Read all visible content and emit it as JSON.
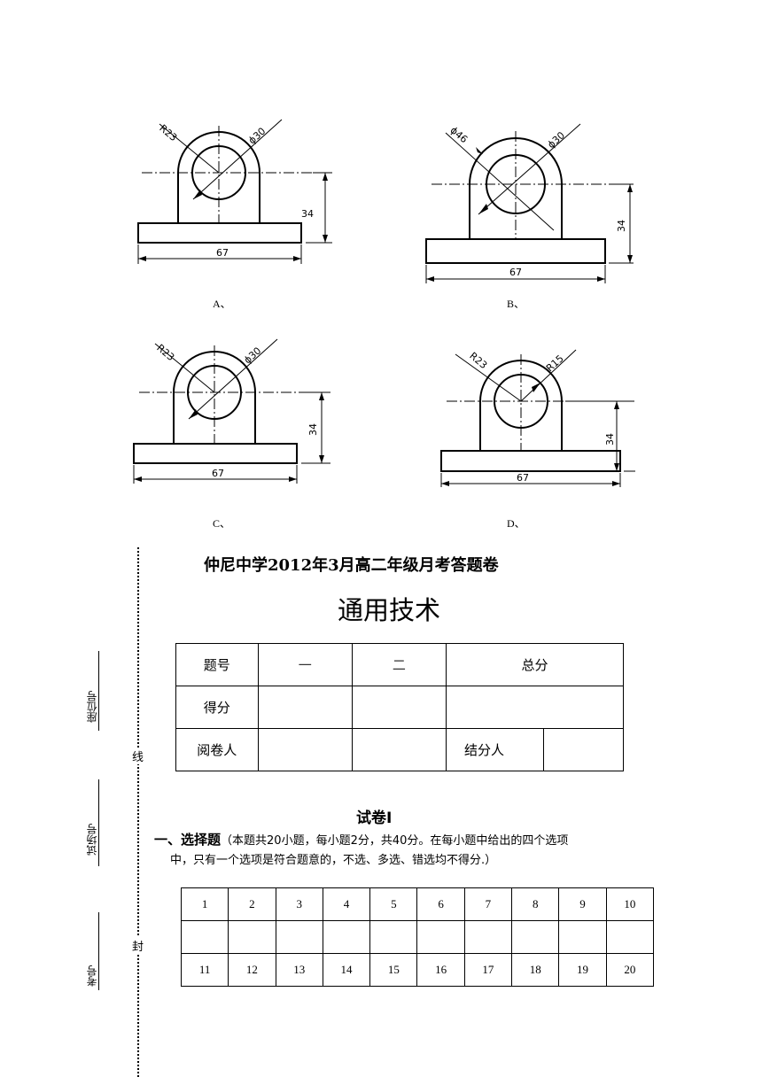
{
  "figures": [
    {
      "label": "A、",
      "r_label": "R23",
      "d_label": "ϕ30",
      "h_label": "34",
      "w_label": "67"
    },
    {
      "label": "B、",
      "r_label": "ϕ46",
      "d_label": "ϕ30",
      "h_label": "34",
      "w_label": "67"
    },
    {
      "label": "C、",
      "r_label": "R23",
      "d_label": "ϕ30",
      "h_label": "34",
      "w_label": "67"
    },
    {
      "label": "D、",
      "r_label": "R23",
      "d_label": "R15",
      "h_label": "34",
      "w_label": "67"
    }
  ],
  "binding": {
    "seat_label": "座位号",
    "room_label": "试场号",
    "exam_no_label": "考号",
    "line_char": "线",
    "seal_char": "封"
  },
  "header": {
    "exam_title": "仲尼中学2012年3月高二年级月考答题卷",
    "subject_title": "通用技术"
  },
  "score_table": {
    "row1": [
      "题号",
      "一",
      "二",
      "总分"
    ],
    "row2_label": "得分",
    "row3": [
      "阅卷人",
      "结分人"
    ]
  },
  "paper": {
    "title": "试卷I",
    "section_num": "一、",
    "section_name": "选择题",
    "instruction_line1": "（本题共20小题，每小题2分，共40分。在每小题中给出的四个选项",
    "instruction_line2": "中，只有一个选项是符合题意的，不选、多选、错选均不得分.）"
  },
  "answer_table": {
    "row1": [
      "1",
      "2",
      "3",
      "4",
      "5",
      "6",
      "7",
      "8",
      "9",
      "10"
    ],
    "row3": [
      "11",
      "12",
      "13",
      "14",
      "15",
      "16",
      "17",
      "18",
      "19",
      "20"
    ]
  }
}
